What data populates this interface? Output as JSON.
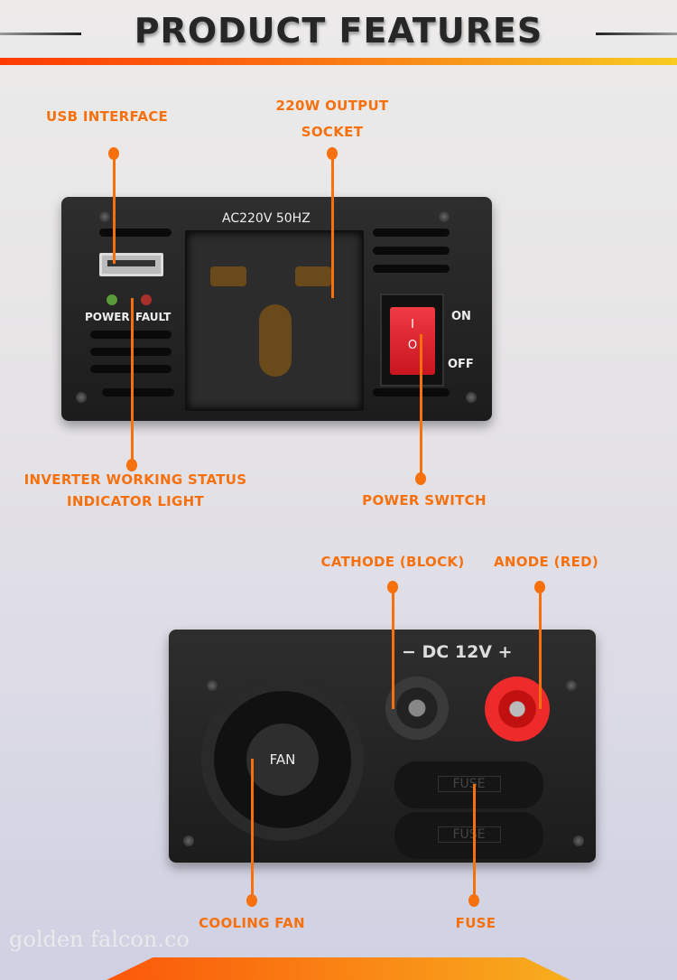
{
  "header": {
    "title": "PRODUCT FEATURES"
  },
  "front": {
    "socket_rating": "AC220V 50HZ",
    "led_power": "POWER",
    "led_fault": "FAULT",
    "switch_on": "ON",
    "switch_off": "OFF",
    "switch_on_glyph": "I",
    "switch_off_glyph": "O"
  },
  "back": {
    "fan": "FAN",
    "dc_label": "− DC 12V +",
    "fuse1": "FUSE",
    "fuse2": "FUSE"
  },
  "callouts": {
    "usb": "USB INTERFACE",
    "socket_line1": "220W OUTPUT",
    "socket_line2": "SOCKET",
    "status_line1": "INVERTER WORKING STATUS",
    "status_line2": "INDICATOR LIGHT",
    "power_switch": "POWER SWITCH",
    "cathode": "CATHODE (BLOCK)",
    "anode": "ANODE (RED)",
    "cooling_fan": "COOLING FAN",
    "fuse": "FUSE"
  },
  "watermark": "golden falcon.co",
  "colors": {
    "accent": "#f7700e",
    "device": "#262626",
    "switch_red": "#e3222f",
    "anode_red": "#e51a1a"
  }
}
